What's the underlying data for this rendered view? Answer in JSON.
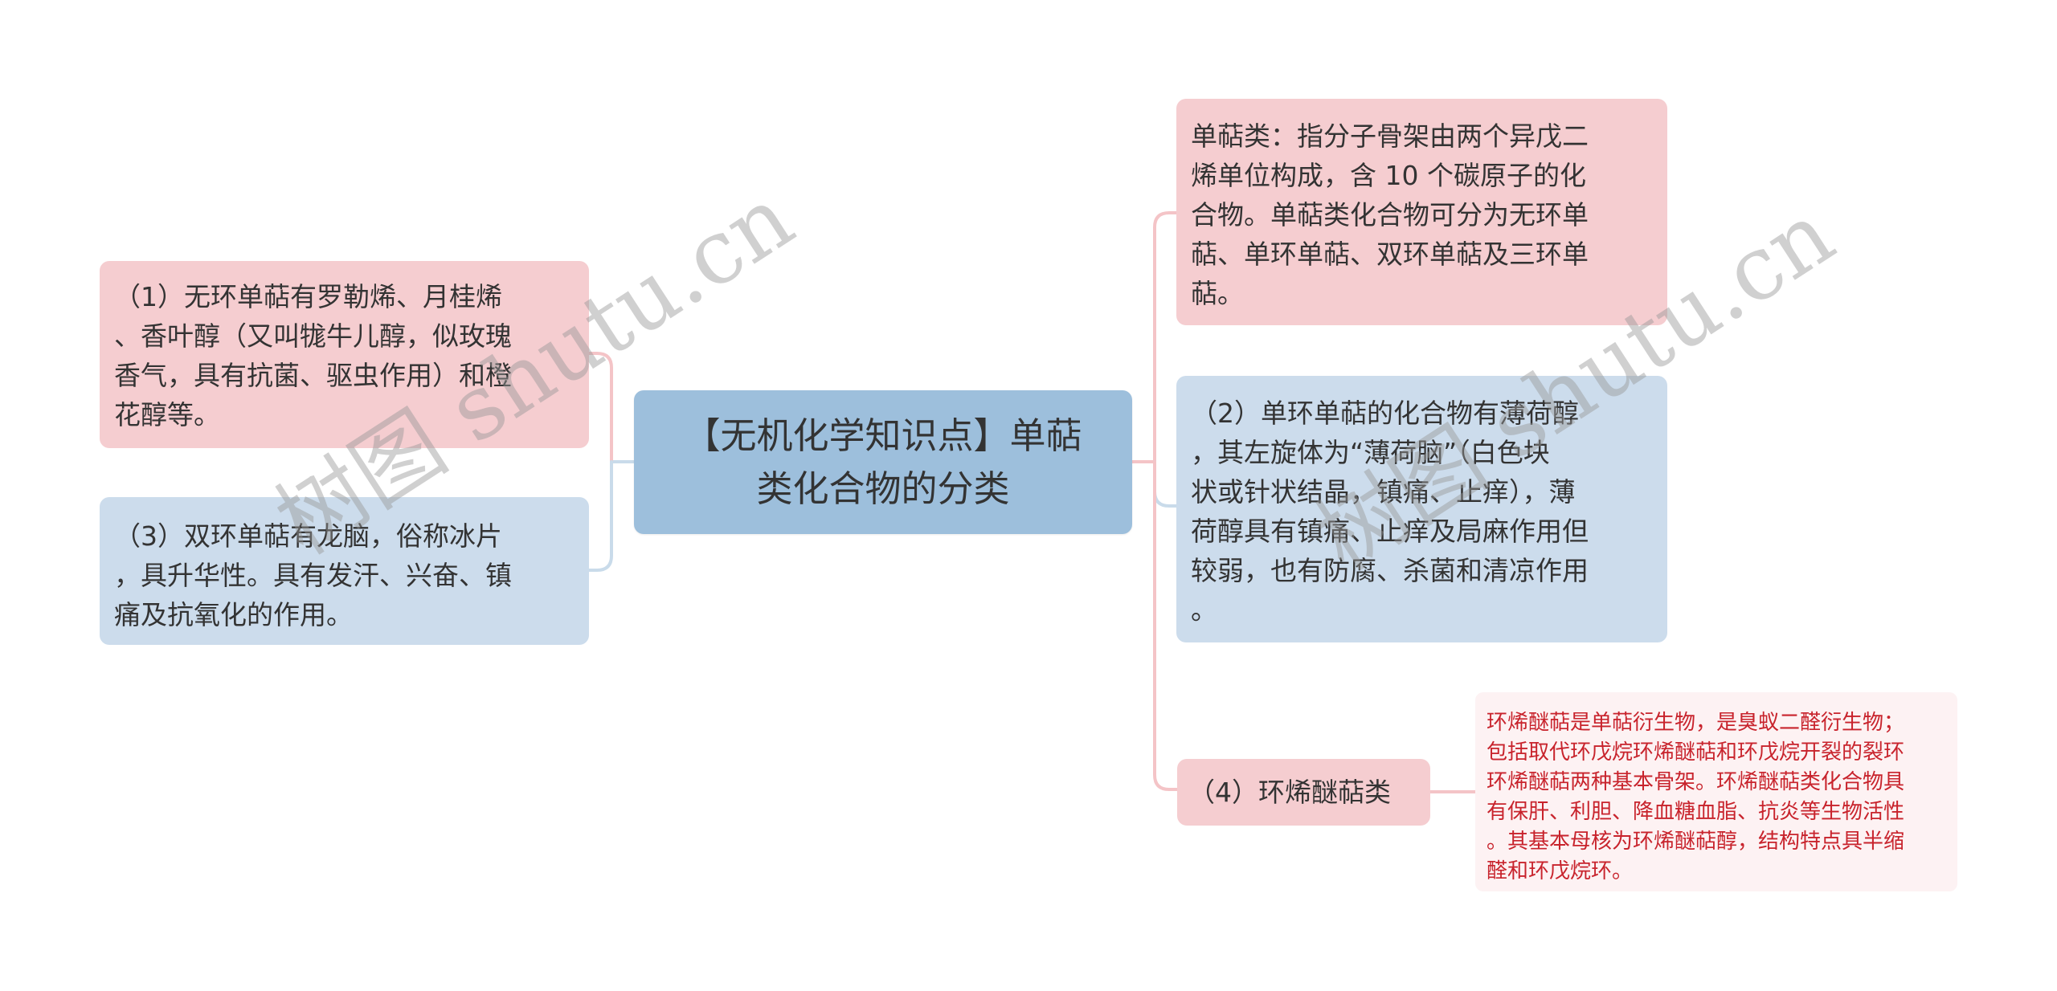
{
  "diagram": {
    "type": "mind-map",
    "root": {
      "label": "【无机化学知识点】单萜\n类化合物的分类",
      "color": "#9dbfdc"
    },
    "left_branches": [
      {
        "id": "1",
        "label": "（1）无环单萜有罗勒烯、月桂烯\n、香叶醇（又叫牻牛儿醇，似玫瑰\n香气，具有抗菌、驱虫作用）和橙\n花醇等。",
        "color": "#f5cdd0"
      },
      {
        "id": "3",
        "label": "（3）双环单萜有龙脑，俗称冰片\n，具升华性。具有发汗、兴奋、镇\n痛及抗氧化的作用。",
        "color": "#ccdcec"
      }
    ],
    "right_branches": [
      {
        "id": "def",
        "label": "单萜类：指分子骨架由两个异戊二\n烯单位构成，含 10 个碳原子的化\n合物。单萜类化合物可分为无环单\n萜、单环单萜、双环单萜及三环单\n萜。",
        "color": "#f5cdd0"
      },
      {
        "id": "2",
        "label": "（2）单环单萜的化合物有薄荷醇\n，其左旋体为“薄荷脑”（白色块\n状或针状结晶，镇痛、止痒），薄\n荷醇具有镇痛、止痒及局麻作用但\n较弱，也有防腐、杀菌和清凉作用\n。",
        "color": "#ccdcec"
      },
      {
        "id": "4",
        "label": "（4）环烯醚萜类",
        "color": "#f5cdd0",
        "note": {
          "label": "环烯醚萜是单萜衍生物，是臭蚁二醛衍生物；\n包括取代环戊烷环烯醚萜和环戊烷开裂的裂环\n环烯醚萜两种基本骨架。环烯醚萜类化合物具\n有保肝、利胆、降血糖血脂、抗炎等生物活性\n。其基本母核为环烯醚萜醇，结构特点具半缩\n醛和环戊烷环。",
          "text_color": "#c8232c",
          "background": "#fdf2f3"
        }
      }
    ],
    "link_colors": {
      "pink": "#f4c4c7",
      "blue": "#c9dbea"
    }
  },
  "watermark": {
    "text": "树图 shutu.cn"
  }
}
